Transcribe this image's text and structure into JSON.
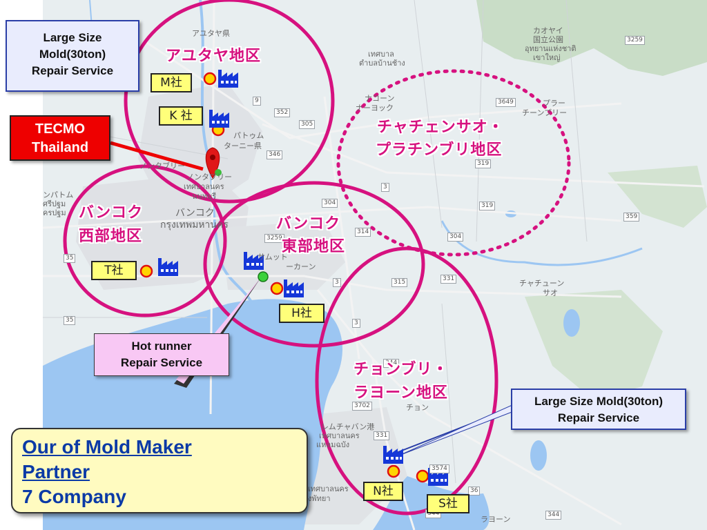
{
  "map": {
    "colors": {
      "land": "#e8eef0",
      "urban": "#e2e4e8",
      "green": "#c9ddc7",
      "water": "#9cc6f2",
      "zone_circle": "#d6117f",
      "factory_icon": "#1537d8",
      "marker_fill": "#ffd400",
      "marker_ring": "#e01010",
      "pin": "#e01818"
    },
    "zones": [
      {
        "id": "ayutthaya",
        "label": "アユタヤ地区",
        "style": "solid"
      },
      {
        "id": "chachoengsao",
        "label_line1": "チャチェンサオ・",
        "label_line2": "プラチンブリ地区",
        "style": "dotted"
      },
      {
        "id": "bangkok-west",
        "label_line1": "バンコク",
        "label_line2": "西部地区",
        "style": "solid"
      },
      {
        "id": "bangkok-east",
        "label_line1": "バンコク",
        "label_line2": "東部地区",
        "style": "solid"
      },
      {
        "id": "chonburi",
        "label_line1": "チョンブリ・",
        "label_line2": "ラヨーン地区",
        "style": "solid"
      }
    ],
    "companies": {
      "m": "M社",
      "k": "K 社",
      "t": "T社",
      "h": "H社",
      "n": "N社",
      "s": "S社"
    },
    "callouts": {
      "large_mold_top": {
        "line1": "Large Size",
        "line2": "Mold(30ton)",
        "line3": "Repair Service"
      },
      "tecmo": {
        "line1": "TECMO",
        "line2": "Thailand"
      },
      "hot_runner": {
        "line1": "Hot runner",
        "line2": "Repair Service"
      },
      "large_mold_right": {
        "line1": "Large Size Mold(30ton)",
        "line2": "Repair Service"
      }
    },
    "partner_box": {
      "line1": "Our of Mold Maker",
      "line2": "Partner",
      "line3": "7 Company"
    },
    "place_names": {
      "ayutthaya_jp": "アユタヤ県",
      "khao_yai_jp": "カオヤイ",
      "khao_yai_park_jp": "国立公園",
      "khao_yai_th": "อุทยานแห่งชาติ",
      "khao_yai_th2": "เขาใหญ่",
      "thesaban_th": "เทศบาล",
      "tambon_th": "ตำบลบ้านช้าง",
      "nakhon_nayok_jp1": "ナコーン",
      "nakhon_nayok_jp2": "ナーヨック",
      "prachin_jp1": "プラー",
      "prachin_jp2": "チーンブリー",
      "pathum_jp1": "パトゥム",
      "pathum_jp2": "ターニー県",
      "nonthaburi_jp1": "ノンタブリー",
      "nonthaburi_jp2": "ノンタブリー",
      "nonthaburi_th1": "เทศบาลนคร",
      "nonthaburi_th2": "นนทบุรี",
      "nakhon_pathom_jp": "ンパトム",
      "nakhon_pathom_th1": "ศรีปฐม",
      "nakhon_pathom_th2": "ครปฐม",
      "bangkok_jp": "バンコク",
      "bangkok_th": "กรุงเทพมหานคร",
      "samut_jp": "サムット",
      "samut_jp2": "ーカーン",
      "chachoengsao_jp1": "チャチューン",
      "chachoengsao_jp2": "サオ",
      "laem_chabang_jp": "レムチャバン港",
      "laem_chabang_th1": "เทศบาลนคร",
      "laem_chabang_th2": "แหลมฉบัง",
      "pattaya_th1": "เทศบาลนคร",
      "pattaya_th2": "งพัทยา",
      "rayong_jp": "ラヨーン",
      "chon_jp": "チョン"
    },
    "road_numbers": [
      "9",
      "352",
      "305",
      "3649",
      "319",
      "346",
      "304",
      "35",
      "35",
      "3",
      "314",
      "3",
      "304",
      "319",
      "3259",
      "315",
      "3",
      "331",
      "344",
      "3702",
      "331",
      "3574",
      "344",
      "36",
      "344",
      "3259",
      "359"
    ]
  }
}
